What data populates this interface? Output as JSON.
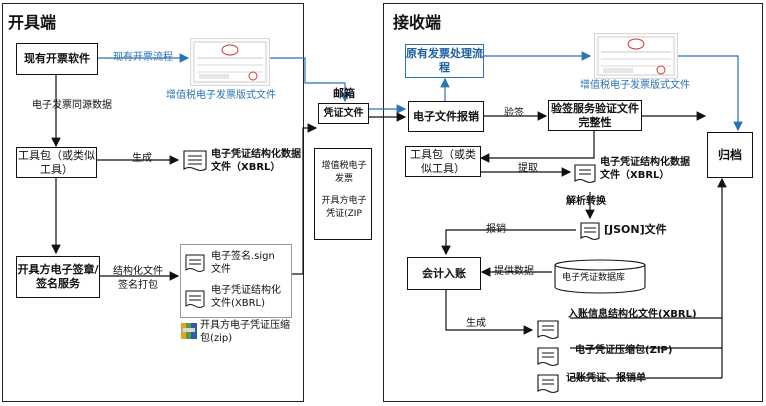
{
  "panels": {
    "issuer_title": "开具端",
    "receiver_title": "接收端"
  },
  "issuer": {
    "existing_software": "现有开票软件",
    "existing_flow": "现有开票流程",
    "vat_layout_file": "增值税电子发票版式文件",
    "return_data": "电子发票同源数据",
    "toolkit": "工具包（或类似工具）",
    "generate": "生成",
    "structured_file": "电子凭证结构化数据文件（XBRL）",
    "sign_service": "开具方电子签章/签名服务",
    "structured_file_label": "结构化文件",
    "sign_pack_label": "签名打包",
    "sig_doc": "电子签名.sign文件",
    "xbrl_doc": "电子凭证结构化文件(XBRL)",
    "zip_label": "开具方电子凭证压缩包(zip)"
  },
  "mailbox": {
    "title": "邮箱",
    "voucher_file": "凭证文件",
    "content_line1": "增值税电子发票",
    "content_line2": "开具方电子凭证(ZIP"
  },
  "receiver": {
    "existing_process": "原有发票处理流程",
    "vat_layout_file": "增值税电子发票版式文件",
    "e_file_reimburse": "电子文件报销",
    "verify_label": "验签",
    "verify_service": "验签服务验证文件完整性",
    "toolkit": "工具包（或类似工具）",
    "extract": "提取",
    "structured_file": "电子凭证结构化数据文件（XBRL）",
    "parse_convert": "解析转换",
    "json_file": "[JSON]文件",
    "reimburse": "报销",
    "accounting": "会计入账",
    "provide_data": "提供数据",
    "database": "电子凭证数据库",
    "archive": "归档",
    "generate": "生成",
    "out_file1": "入账信息结构化文件(XBRL)",
    "out_file2": "电子凭证压缩包(ZIP)",
    "out_file3": "记账凭证、报销单"
  },
  "colors": {
    "blue": "#2c72b4",
    "black": "#111111",
    "invoice_red": "#d23b3b"
  }
}
